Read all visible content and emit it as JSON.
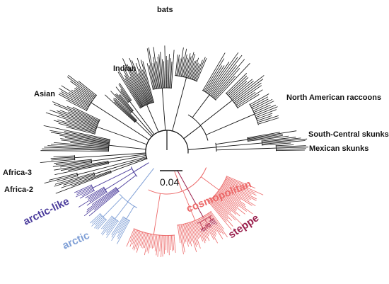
{
  "clade_labels": {
    "bats": "bats",
    "indian": "Indian",
    "asian": "Asian",
    "africa3": "Africa-3",
    "africa2": "Africa-2",
    "arctic_like": "arctic-like",
    "arctic": "arctic",
    "cosmopolitan": "cosmopolitan",
    "steppe": "steppe",
    "na_raccoons": "North American raccoons",
    "sc_skunks": "South-Central skunks",
    "mex_skunks": "Mexican skunks"
  },
  "scale_bar": {
    "label": "0.04"
  },
  "colors": {
    "default": "#111111",
    "arctic_like": "#4b3c9c",
    "arctic": "#7f9fd6",
    "cosmopolitan": "#ec6a6a",
    "steppe": "#9a1f4c"
  }
}
